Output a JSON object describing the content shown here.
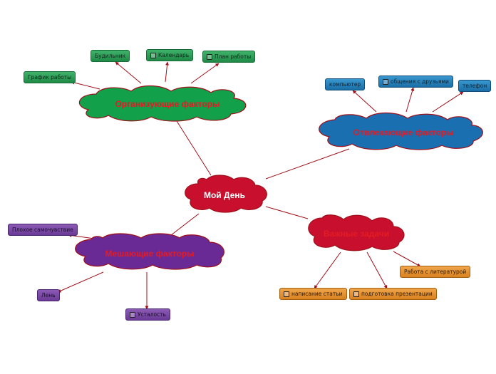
{
  "center": {
    "label": "Мой День"
  },
  "branches": {
    "organizing": {
      "label": "Организующие факторы",
      "fill": "#12a04a",
      "items": [
        "График работы",
        "Будильник",
        "Календарь",
        "План работы"
      ]
    },
    "distracting": {
      "label": "Отвлекающие факторы",
      "fill": "#1a6fb0",
      "items": [
        "компьютер",
        "общения с друзьями",
        "телефон"
      ]
    },
    "hindering": {
      "label": "Мешающие факторы",
      "fill": "#6a2a96",
      "items": [
        "Плохое самочувствие",
        "Лень",
        "Усталость"
      ]
    },
    "tasks": {
      "label": "Важные задачи",
      "fill": "#c8102e",
      "items": [
        "написание статьи",
        "подготовка презентации",
        "Работа с литературой"
      ]
    }
  },
  "colors": {
    "connector": "#a00f1a",
    "cloud_text": "#e31b23",
    "center_fill": "#c8102e",
    "center_text": "#ffffff"
  }
}
